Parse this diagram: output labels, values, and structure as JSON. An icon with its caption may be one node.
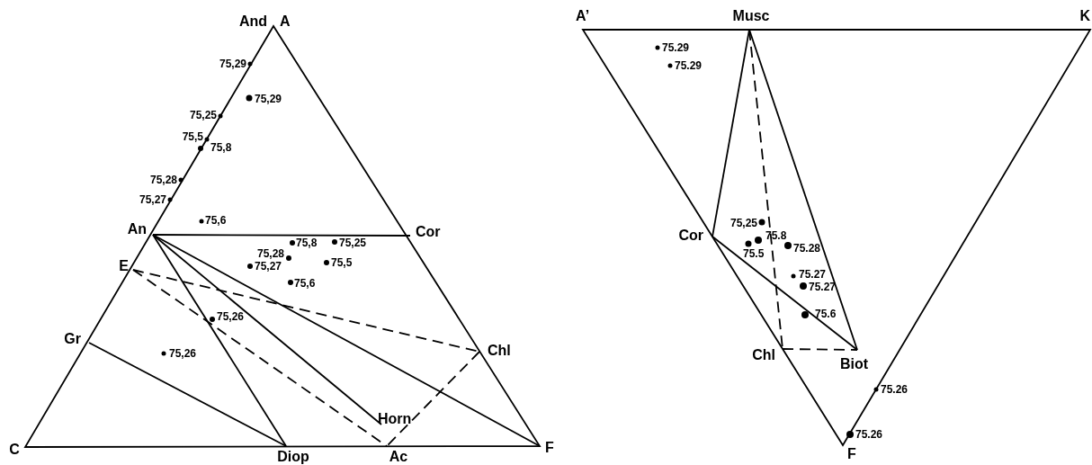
{
  "diagram": {
    "labels": [
      "And",
      "A",
      "75,29",
      "75,29",
      "75,25",
      "75,5",
      "75,8",
      "75,28",
      "75,27",
      "75,6",
      "An",
      "Cor",
      "75,8",
      "75,25",
      "75,28",
      "E",
      "75,27",
      "75,5",
      "75,6",
      "75,26",
      "Gr",
      "75,26",
      "Chl",
      "Horn",
      "C",
      "F",
      "Diop",
      "Ac",
      "A’",
      "Musc",
      "K",
      "75.29",
      "75.29",
      "75,25",
      "Cor",
      "75.8",
      "75.5",
      "75.28",
      "75.27",
      "75.27",
      "75.6",
      "Chl",
      "Biot",
      "75.26",
      "F",
      "75.26"
    ]
  }
}
